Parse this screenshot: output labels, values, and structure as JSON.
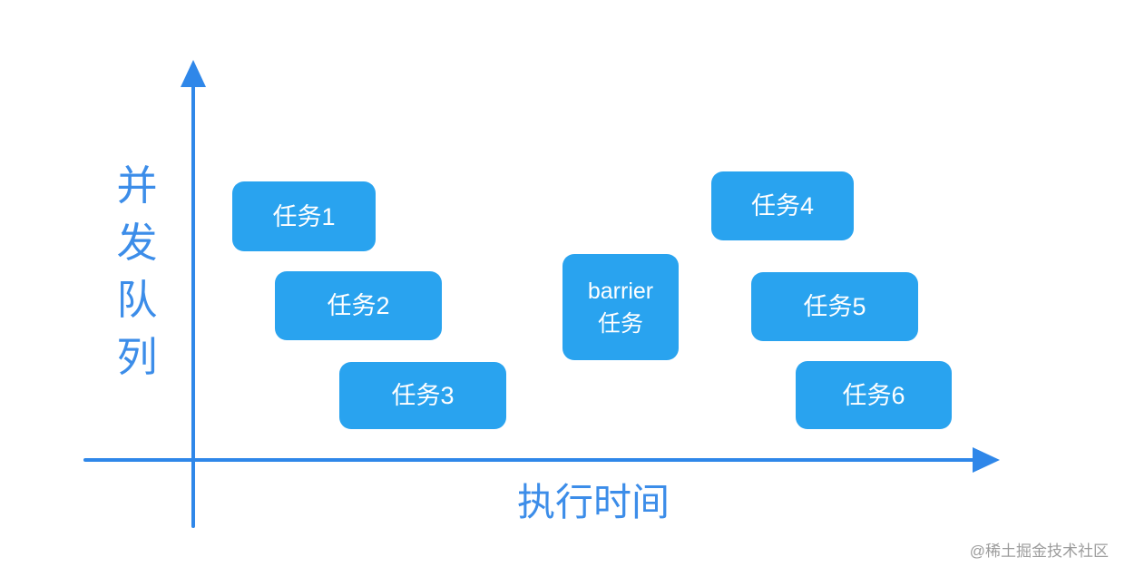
{
  "y_axis": {
    "label": "并发队列"
  },
  "x_axis": {
    "label": "执行时间"
  },
  "tasks": [
    {
      "id": "task-1",
      "label": "任务1"
    },
    {
      "id": "task-2",
      "label": "任务2"
    },
    {
      "id": "task-3",
      "label": "任务3"
    },
    {
      "id": "barrier",
      "label": "barrier\n任务"
    },
    {
      "id": "task-4",
      "label": "任务4"
    },
    {
      "id": "task-5",
      "label": "任务5"
    },
    {
      "id": "task-6",
      "label": "任务6"
    }
  ],
  "watermark": "@稀土掘金技术社区",
  "colors": {
    "task_box": "#29A3EF",
    "axis": "#2F87E9",
    "axis_label": "#3C8DE9",
    "task_text": "#FFFFFF",
    "watermark": "#9C9C9C",
    "background": "#FFFFFF"
  }
}
